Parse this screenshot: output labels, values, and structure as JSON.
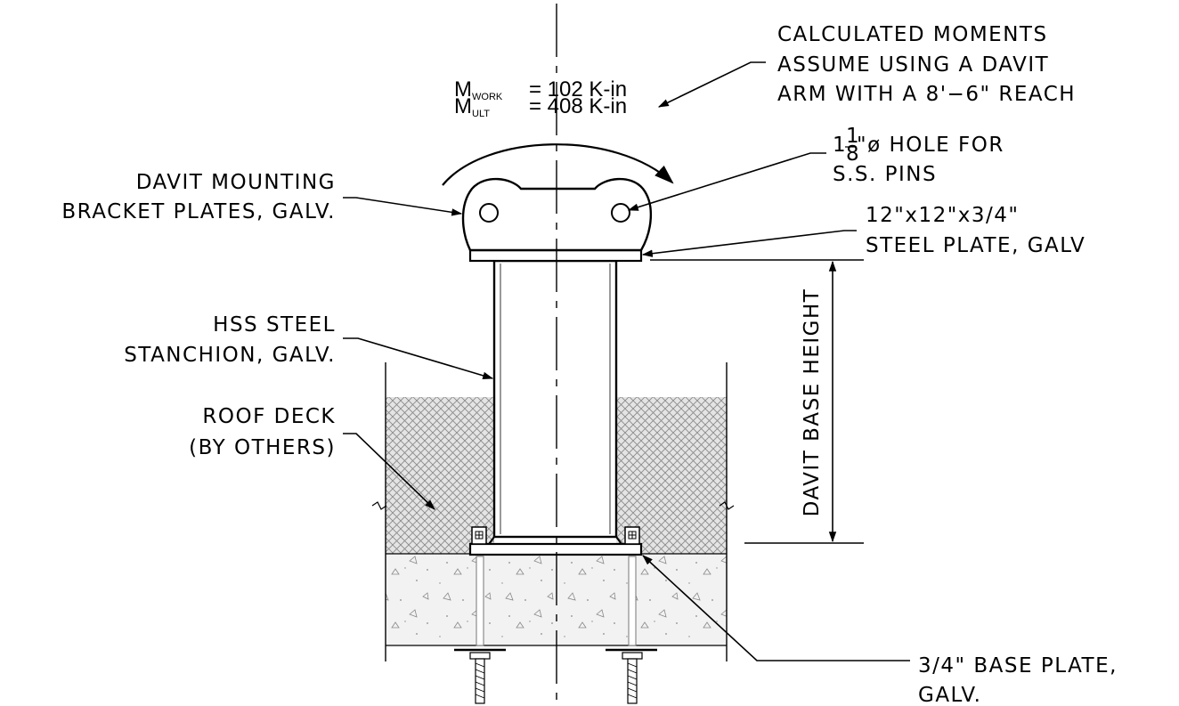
{
  "moments": {
    "work_symbol": "M",
    "work_sub": "WORK",
    "work_value": "= 102 K-in",
    "ult_symbol": "M",
    "ult_sub": "ULT",
    "ult_value": "= 408 K-in"
  },
  "callouts": {
    "calc_line1": "CALCULATED MOMENTS",
    "calc_line2": "ASSUME USING A DAVIT",
    "calc_line3": "ARM WITH A 8'−6\" REACH",
    "hole_whole": "1",
    "hole_num": "1",
    "hole_den": "8",
    "hole_rest": "\"ø HOLE FOR",
    "hole_line2": "S.S. PINS",
    "bracket_line1": "DAVIT MOUNTING",
    "bracket_line2": "BRACKET PLATES, GALV.",
    "plate_line1": "12\"x12\"x3/4\"",
    "plate_line2": "STEEL PLATE, GALV",
    "hss_line1": "HSS STEEL",
    "hss_line2": "STANCHION, GALV.",
    "deck_line1": "ROOF DECK",
    "deck_line2": "(BY OTHERS)",
    "dim_label": "DAVIT BASE HEIGHT",
    "base_line1": "3/4\" BASE PLATE,",
    "base_line2": "GALV."
  },
  "colors": {
    "ink": "#000000",
    "hatch": "#777777",
    "concrete_fill": "#eeeeee",
    "deck_fill": "#dddddd"
  }
}
